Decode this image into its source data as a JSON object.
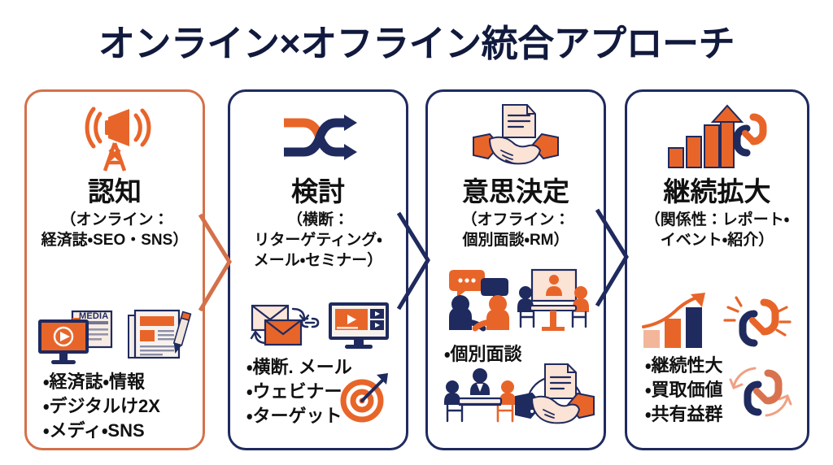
{
  "title": "オンライン×オフライン統合アプローチ",
  "colors": {
    "navy": "#1f2a5e",
    "navy_dark": "#111a3d",
    "orange": "#e8652a",
    "orange_border": "#d4714a",
    "orange_light": "#f0a183",
    "peach": "#f7d9c8",
    "cream": "#f5ece6",
    "background": "#ffffff",
    "text": "#111111"
  },
  "cards": [
    {
      "id": "awareness",
      "heading": "認知",
      "sub_lines": [
        "（オンライン：",
        "経済誌・SEO・SNS）"
      ],
      "hero_icon": "broadcast-tower-icon",
      "accent": "orange",
      "media_icons": [
        "media-monitor-icon",
        "newspaper-pen-icon"
      ],
      "media_label": "MEDIA",
      "bullets": [
        "・経済誌・情報",
        "・デジタルけ2X",
        "・メディ・SNS"
      ]
    },
    {
      "id": "consideration",
      "heading": "検討",
      "sub_lines": [
        "（横断：",
        "リターゲティング・",
        "メール・セミナー）"
      ],
      "hero_icon": "shuffle-arrows-icon",
      "accent": "navy",
      "media_icons": [
        "email-loop-icon",
        "video-monitor-icon",
        "target-dart-icon"
      ],
      "bullets": [
        "・横断. メール",
        "・ウェビナー",
        "・ターゲット"
      ]
    },
    {
      "id": "decision",
      "heading": "意思決定",
      "sub_lines": [
        "（オフライン：",
        "個別面談・RM）"
      ],
      "hero_icon": "handshake-document-icon",
      "accent": "navy",
      "media_icons": [
        "two-people-talking-icon",
        "presentation-meeting-icon",
        "roundtable-meeting-icon",
        "handshake-contract-icon"
      ],
      "bullets": [
        "・個別面談"
      ]
    },
    {
      "id": "expansion",
      "heading": "継続拡大",
      "sub_lines": [
        "（関係性：レポート・",
        "イベント・紹介）"
      ],
      "hero_icon": "growth-chart-chain-icon",
      "accent": "navy",
      "media_icons": [
        "growth-bars-arrow-icon",
        "chain-link-burst-icon",
        "chain-link-cycle-icon"
      ],
      "bullets": [
        "・継続性大",
        "・買取価値",
        "・共有益群"
      ]
    }
  ],
  "connectors": [
    {
      "id": "connector-1",
      "color": "#d4714a",
      "from": "awareness",
      "to": "consideration"
    },
    {
      "id": "connector-2",
      "color": "#1f2a5e",
      "from": "consideration",
      "to": "decision"
    },
    {
      "id": "connector-3",
      "color": "#1f2a5e",
      "from": "decision",
      "to": "expansion"
    }
  ]
}
